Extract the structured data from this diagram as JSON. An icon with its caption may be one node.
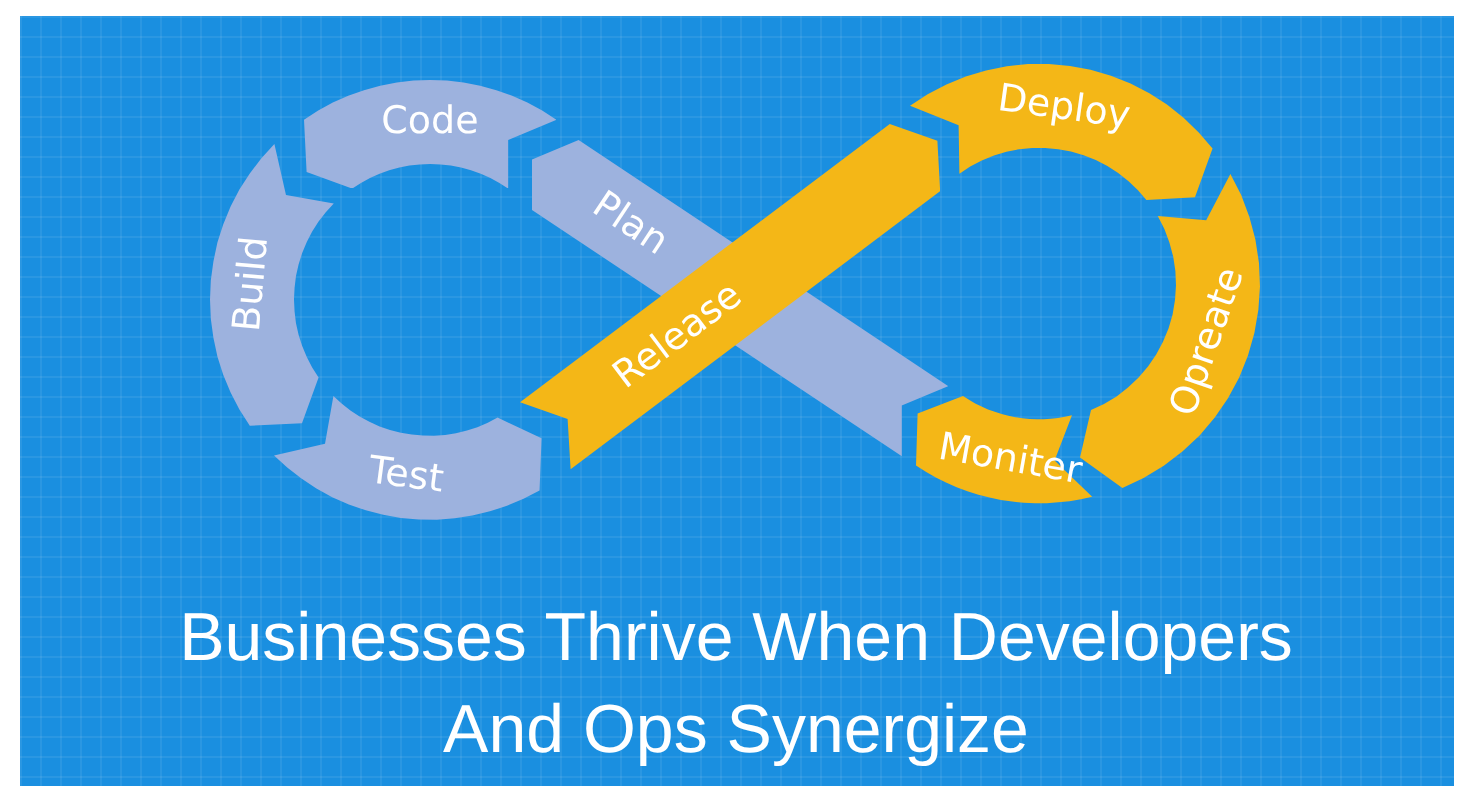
{
  "diagram": {
    "title": "Businesses Thrive When Developers And Ops Synergize",
    "nodes": [
      {
        "text": [
          "Code"
        ]
      },
      {
        "text": [
          "Plan"
        ]
      },
      {
        "text": [
          "Deploy"
        ]
      },
      {
        "text": [
          "Build"
        ]
      },
      {
        "text": [
          "Release"
        ]
      },
      {
        "text": [
          "Opreate"
        ]
      },
      {
        "text": [
          "Test"
        ]
      },
      {
        "text": [
          "Moniter"
        ]
      }
    ]
  }
}
